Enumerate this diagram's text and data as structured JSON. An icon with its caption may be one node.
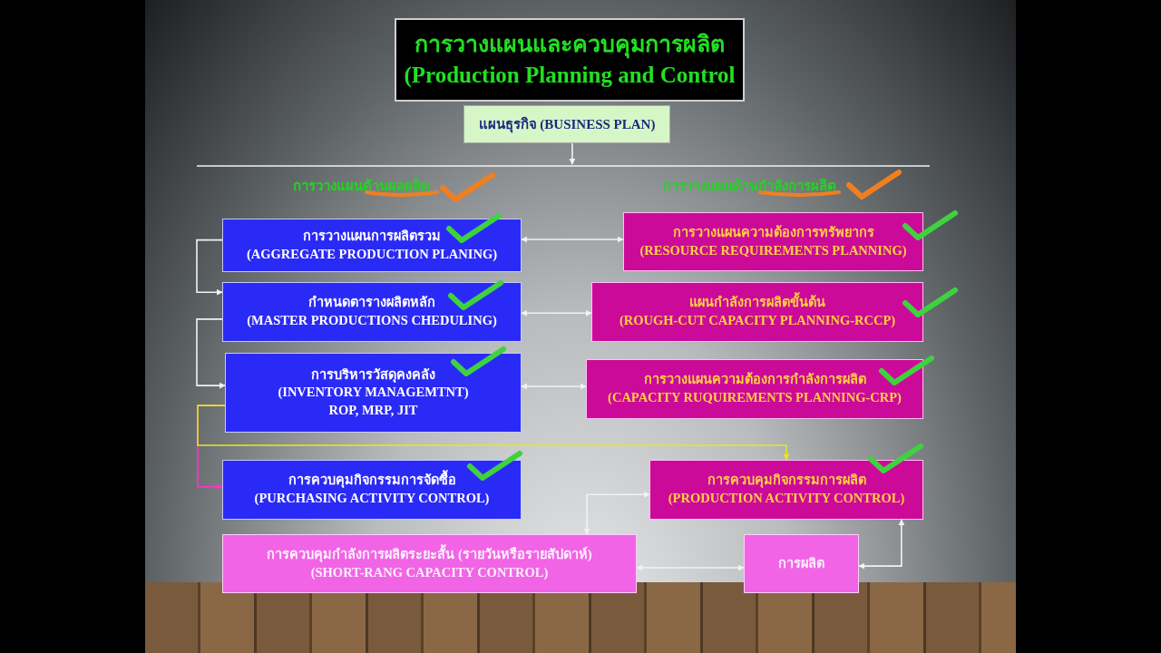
{
  "diagram": {
    "nodes": [
      {
        "text": [
          "การวางแผนและควบคุมการผลิต",
          "(Production Planning and Control"
        ]
      },
      {
        "text": [
          "แผนธุรกิจ (BUSINESS PLAN)"
        ]
      },
      {
        "text": [
          "การวางแผนการผลิตรวม",
          "(AGGREGATE  PRODUCTION  PLANING)"
        ]
      },
      {
        "text": [
          "การวางแผนความต้องการทรัพยากร",
          "(RESOURCE  REQUIREMENTS PLANNING)"
        ]
      },
      {
        "text": [
          "กำหนดตารางผลิตหลัก",
          "(MASTER PRODUCTIONS CHEDULING)"
        ]
      },
      {
        "text": [
          "แผนกำลังการผลิตขั้นต้น",
          "(ROUGH-CUT CAPACITY PLANNING-RCCP)"
        ]
      },
      {
        "text": [
          "การบริหารวัสดุคงคลัง",
          "(INVENTORY MANAGEMTNT)",
          "ROP, MRP, JIT"
        ]
      },
      {
        "text": [
          "การวางแผนความต้องการกำลังการผลิต",
          "(CAPACITY RUQUIREMENTS PLANNING-CRP)"
        ]
      },
      {
        "text": [
          "การควบคุมกิจกรรมการจัดซื้อ",
          "(PURCHASING ACTIVITY CONTROL)"
        ]
      },
      {
        "text": [
          "การควบคุมกิจกรรมการผลิต",
          "(PRODUCTION ACTIVITY CONTROL)"
        ]
      },
      {
        "text": [
          "การควบคุมกำลังการผลิตระยะสั้น (รายวันหรือรายสัปดาห์)",
          "(SHORT-RANG CAPACITY CONTROL)"
        ]
      },
      {
        "text": [
          "การผลิต"
        ]
      }
    ],
    "edges": [
      {
        "from": 1,
        "to": null,
        "arrow": "to"
      },
      {
        "from": 2,
        "to": 3,
        "arrow": "both"
      },
      {
        "from": 2,
        "to": 4,
        "arrow": "to"
      },
      {
        "from": 4,
        "to": 5,
        "arrow": "both"
      },
      {
        "from": 4,
        "to": 6,
        "arrow": "to"
      },
      {
        "from": 6,
        "to": 7,
        "arrow": "both"
      },
      {
        "from": 6,
        "to": 8,
        "arrow": "to",
        "color": "#ff33cc"
      },
      {
        "from": 6,
        "to": 9,
        "arrow": "to",
        "color": "#e8e820"
      },
      {
        "from": 10,
        "to": 9,
        "arrow": "both"
      },
      {
        "from": 10,
        "to": 11,
        "arrow": "both"
      },
      {
        "from": 11,
        "to": 9,
        "arrow": "both"
      }
    ],
    "labels": [
      "การวางแผนด้านผลผลิต",
      "การวางแผนด้านกำลังการผลิต"
    ]
  }
}
